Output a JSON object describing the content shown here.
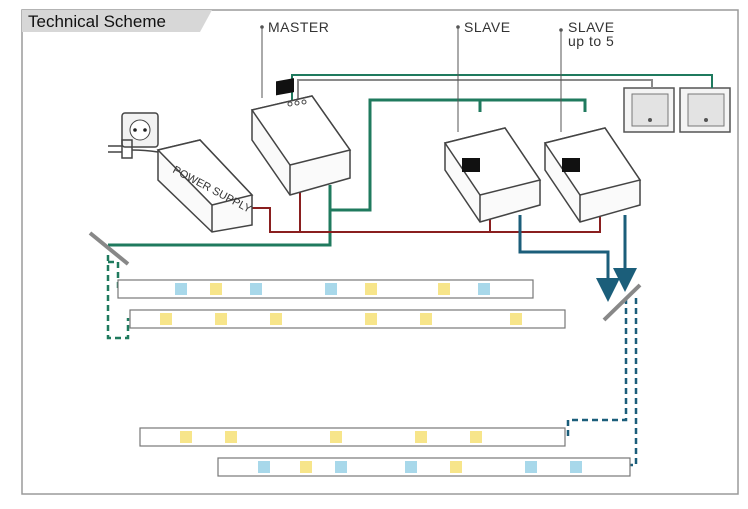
{
  "title": "Technical Scheme",
  "labels": {
    "master": "MASTER",
    "slave1": "SLAVE",
    "slave2": "SLAVE",
    "slave2_sub": "up to 5",
    "power_supply": "POWER SUPPLY"
  },
  "colors": {
    "frame_border": "#9a9a9a",
    "tab_fill": "#d7d7d7",
    "data_line": "#1f7a5e",
    "signal_line": "#1b5e7a",
    "power_line": "#8a1f1f",
    "box_line": "#444444"
  }
}
